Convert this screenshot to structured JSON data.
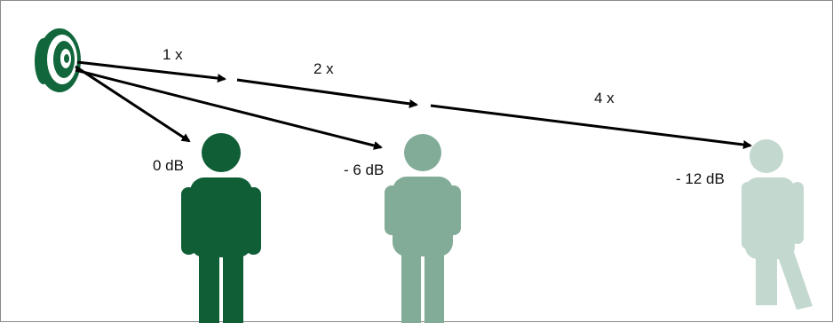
{
  "distance_labels": {
    "d1": "1 x",
    "d2": "2 x",
    "d4": "4 x"
  },
  "level_labels": {
    "near": "0 dB",
    "mid": "- 6 dB",
    "far": "- 12 dB"
  },
  "colors": {
    "speaker": "#11673b",
    "person_near": "#0f5e36",
    "person_mid": "#82ab98",
    "person_far": "#c3d8ce",
    "arrow": "#000000",
    "border": "#8a8a8a"
  }
}
